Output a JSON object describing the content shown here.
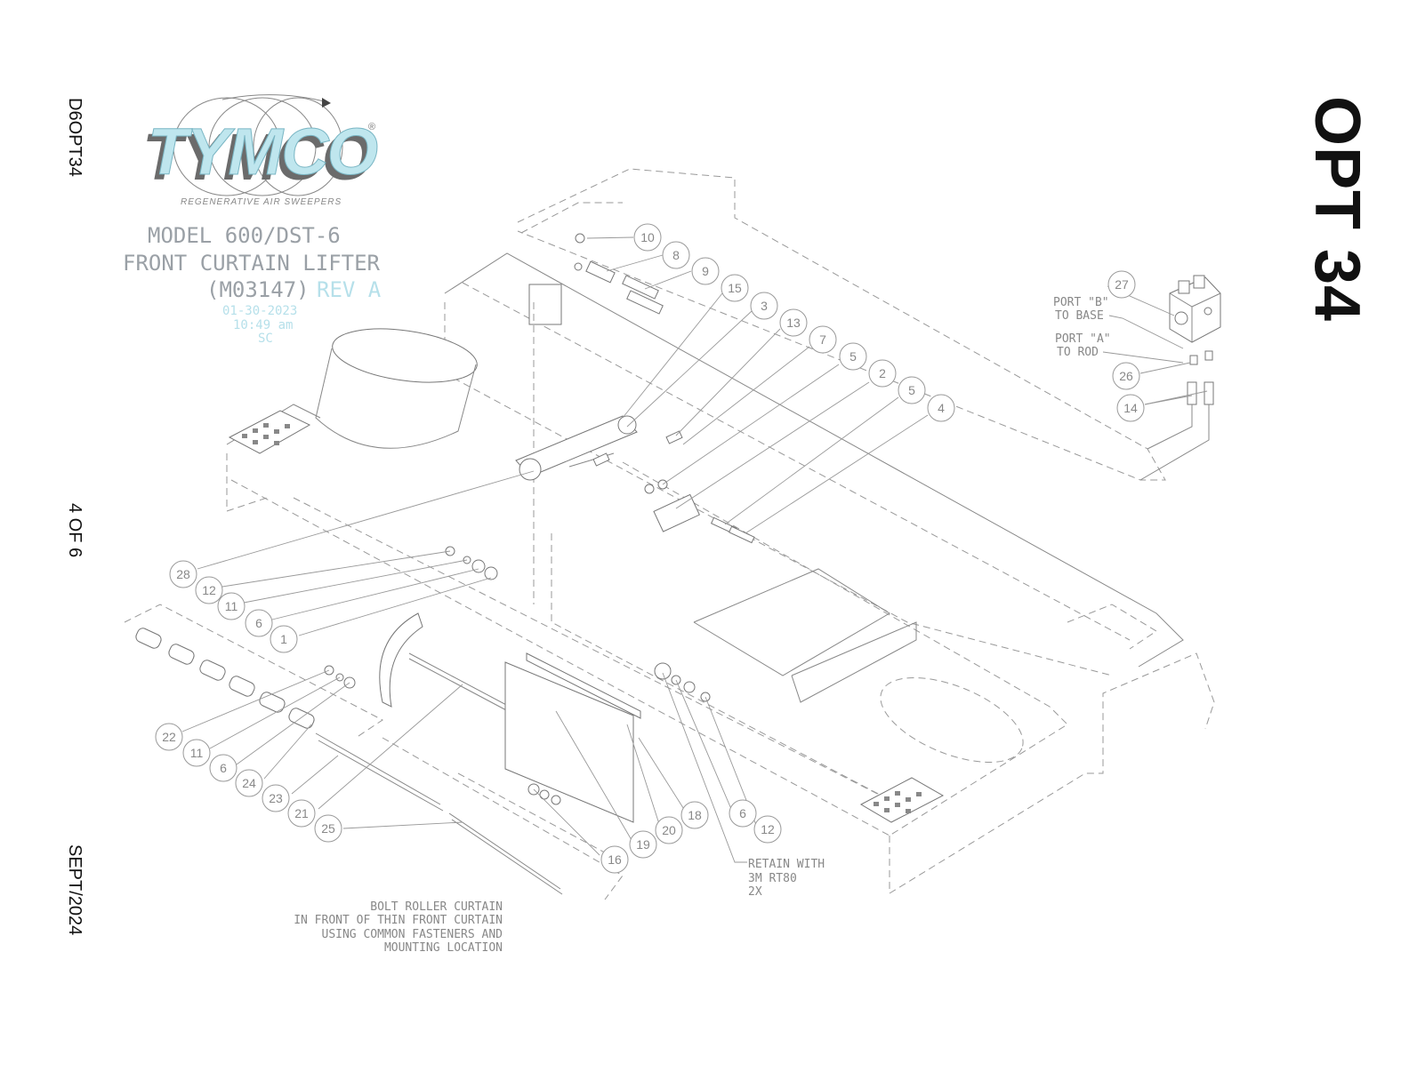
{
  "side_labels": {
    "drawing_code": "D6OPT34",
    "page": "4 OF 6",
    "date": "SEPT/2024"
  },
  "option_label": "OPT 34",
  "logo": {
    "brand": "TYMCO",
    "tagline": "REGENERATIVE AIR SWEEPERS",
    "registered": "®"
  },
  "title_block": {
    "model": "MODEL 600/DST-6",
    "title": "FRONT CURTAIN LIFTER",
    "part_number": "(M03147)",
    "revision": "REV A",
    "date": "01-30-2023",
    "time": "10:49 am",
    "initials": "SC"
  },
  "annotations": {
    "port_b_line1": "PORT \"B\"",
    "port_b_line2": "TO BASE",
    "port_a_line1": "PORT \"A\"",
    "port_a_line2": "TO ROD",
    "retain_line1": "RETAIN WITH",
    "retain_line2": "3M RT80",
    "retain_line3": "2X",
    "bolt_line1": "BOLT ROLLER CURTAIN",
    "bolt_line2": "IN FRONT  OF THIN FRONT CURTAIN",
    "bolt_line3": "USING COMMON FASTENERS AND",
    "bolt_line4": "MOUNTING LOCATION"
  },
  "balloons": {
    "b10": "10",
    "b8": "8",
    "b9": "9",
    "b15": "15",
    "b3": "3",
    "b13": "13",
    "b7": "7",
    "b5a": "5",
    "b2": "2",
    "b5b": "5",
    "b4": "4",
    "b27": "27",
    "b26": "26",
    "b14": "14",
    "b28": "28",
    "b12a": "12",
    "b11a": "11",
    "b6a": "6",
    "b1": "1",
    "b22": "22",
    "b11b": "11",
    "b6b": "6",
    "b24": "24",
    "b23": "23",
    "b21": "21",
    "b25": "25",
    "b16": "16",
    "b19": "19",
    "b20": "20",
    "b18": "18",
    "b6c": "6",
    "b12b": "12"
  },
  "colors": {
    "logo_fill": "#bfe6ee",
    "logo_shadow": "#6b6b6b",
    "meta_text": "#b6e0ea",
    "line_gray": "#999999"
  }
}
